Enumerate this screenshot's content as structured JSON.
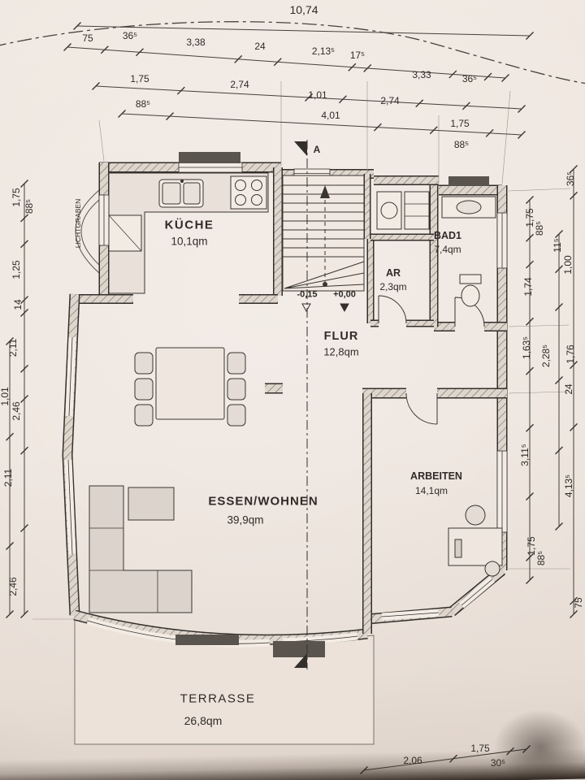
{
  "colors": {
    "paper": "#efe7e0",
    "ink": "#332f2b",
    "wall_hatch_bg": "#ded5cd",
    "photo_shadow": "#3b2f26"
  },
  "plan": {
    "rooms": [
      {
        "id": "kueche",
        "label": "KÜCHE",
        "area": "10,1qm"
      },
      {
        "id": "bad1",
        "label": "BAD1",
        "area": "7,4qm"
      },
      {
        "id": "ar",
        "label": "AR",
        "area": "2,3qm"
      },
      {
        "id": "flur",
        "label": "FLUR",
        "area": "12,8qm"
      },
      {
        "id": "essen-wohnen",
        "label": "ESSEN/WOHNEN",
        "area": "39,9qm"
      },
      {
        "id": "arbeiten",
        "label": "ARBEITEN",
        "area": "14,1qm"
      },
      {
        "id": "terrasse",
        "label": "TERRASSE",
        "area": "26,8qm"
      },
      {
        "id": "lichtgraben",
        "label": "LICHTGRABEN",
        "area": ""
      }
    ],
    "levels": {
      "minus": "-0,15",
      "plus": "+0,00"
    },
    "section": {
      "label": "A"
    }
  },
  "dims": {
    "top1": [
      "10,74"
    ],
    "top2": [
      "75",
      "36⁵",
      "3,38",
      "24",
      "2,13⁵",
      "17⁵",
      "3,33",
      "36⁵"
    ],
    "top3": [
      "1,75",
      "2,74",
      "1,01",
      "2,74"
    ],
    "top4": [
      "88⁵",
      "4,01",
      "1,75",
      "88⁵"
    ],
    "left": [
      "1,75",
      "88⁵",
      "1,25",
      "14",
      "2,11",
      "1,01",
      "2,46",
      "2,11",
      "2,46"
    ],
    "right": [
      "36⁵",
      "1,75",
      "88⁵",
      "11⁵",
      "1,00",
      "1,74",
      "1,63⁵",
      "2,28⁵",
      "1,76",
      "24",
      "3,11⁵",
      "4,13⁵",
      "1,75",
      "88⁵",
      "75"
    ],
    "bottom": [
      "2,06",
      "1,75",
      "30⁵"
    ]
  }
}
